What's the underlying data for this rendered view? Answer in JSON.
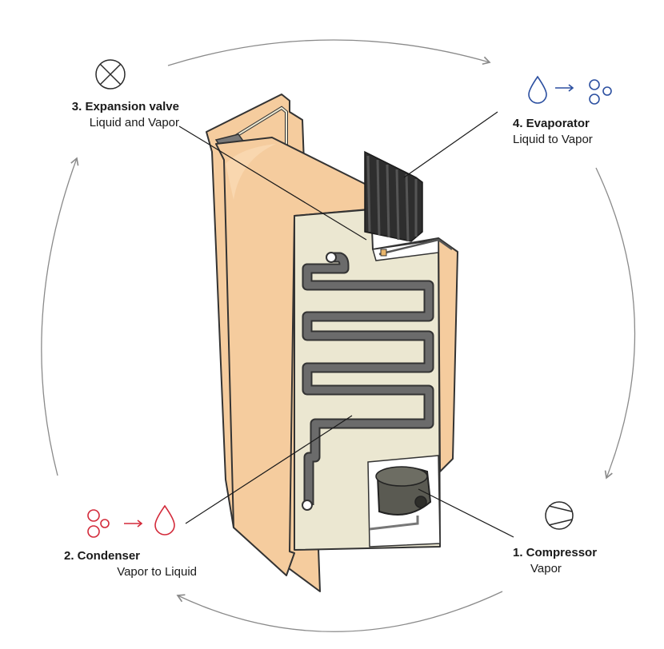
{
  "stages": [
    {
      "id": "compressor",
      "title": "1. Compressor",
      "subtitle": "Vapor"
    },
    {
      "id": "condenser",
      "title": "2. Condenser",
      "subtitle": "Vapor to Liquid"
    },
    {
      "id": "expansion",
      "title": "3. Expansion valve",
      "subtitle": "Liquid and Vapor"
    },
    {
      "id": "evaporator",
      "title": "4. Evaporator",
      "subtitle": "Liquid to Vapor"
    }
  ],
  "icons": {
    "compressor": "compressor-symbol-icon",
    "expansion": "expansion-valve-symbol-icon",
    "evaporator": "liquid-to-vapor-icon",
    "condenser": "vapor-to-liquid-icon"
  },
  "colors": {
    "cycle_arrow": "#8a8a8a",
    "evaporator_icon": "#2b4fa0",
    "condenser_icon": "#d32a3a",
    "fridge_side": "#f5cc9e",
    "fridge_back": "#ebe7d1",
    "coil": "#5a5a5a",
    "fins": "#2e2e2e"
  }
}
